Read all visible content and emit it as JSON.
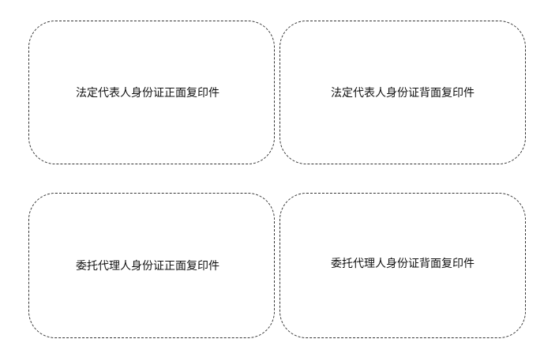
{
  "slots": [
    {
      "label": "法定代表人身份证正面复印件"
    },
    {
      "label": "法定代表人身份证背面复印件"
    },
    {
      "label": "委托代理人身份证正面复印件"
    },
    {
      "label": "委托代理人身份证背面复印件"
    }
  ]
}
